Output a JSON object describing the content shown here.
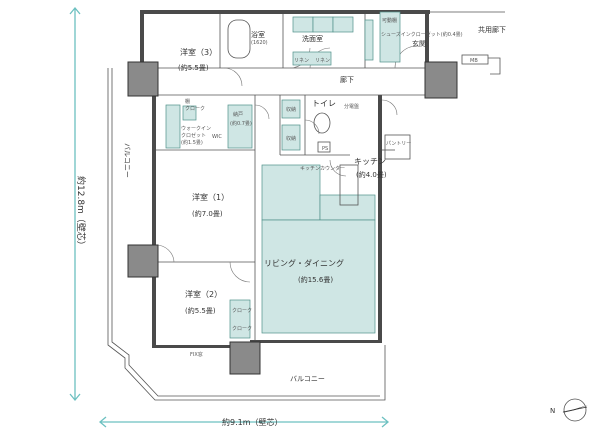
{
  "labels": {
    "western3": "洋室（3）",
    "western3_size": "(約5.5畳)",
    "bath": "浴室",
    "bath_size": "(1620)",
    "washroom": "洗面室",
    "shoe_closet": "シューズインクローゼット(約0.4畳)",
    "closet_small": "可動棚",
    "entrance": "玄関",
    "shared_corridor": "共用廊下",
    "mb": "MB",
    "corridor": "廊下",
    "linen1": "リネン",
    "linen2": "リネン",
    "closet_top": "クローク",
    "shelf": "棚",
    "storage": "納戸",
    "storage_size": "(約0.7畳)",
    "walkin": "ウォークイン",
    "walkin2": "クロゼット",
    "walkin_size": "(約1.5畳)",
    "wic": "WIC",
    "storage_a": "収納",
    "storage_b": "収納",
    "toilet": "トイレ",
    "elec": "分電盤",
    "kitchen": "キッチン",
    "kitchen_size": "(約4.0畳)",
    "counter": "キッチンカウンター",
    "pantry": "パントリー",
    "ps": "PS",
    "balcony_left": "バルコニー",
    "western1": "洋室（1）",
    "western1_size": "(約7.0畳)",
    "living": "リビング・ダイニング",
    "living_size": "(約15.6畳)",
    "western2": "洋室（2）",
    "western2_size": "(約5.5畳)",
    "closet_a": "クローク",
    "closet_b": "クローク",
    "balcony_bottom": "バルコニー",
    "fixed_window": "FIX窓",
    "dim_vertical": "約12.8m（壁芯）",
    "dim_horizontal": "約9.1m（壁芯）",
    "compass": "N"
  },
  "colors": {
    "accent_teal": "#cfe6e4",
    "dimension": "#6cc0c0",
    "wall": "#4a4a4a"
  }
}
